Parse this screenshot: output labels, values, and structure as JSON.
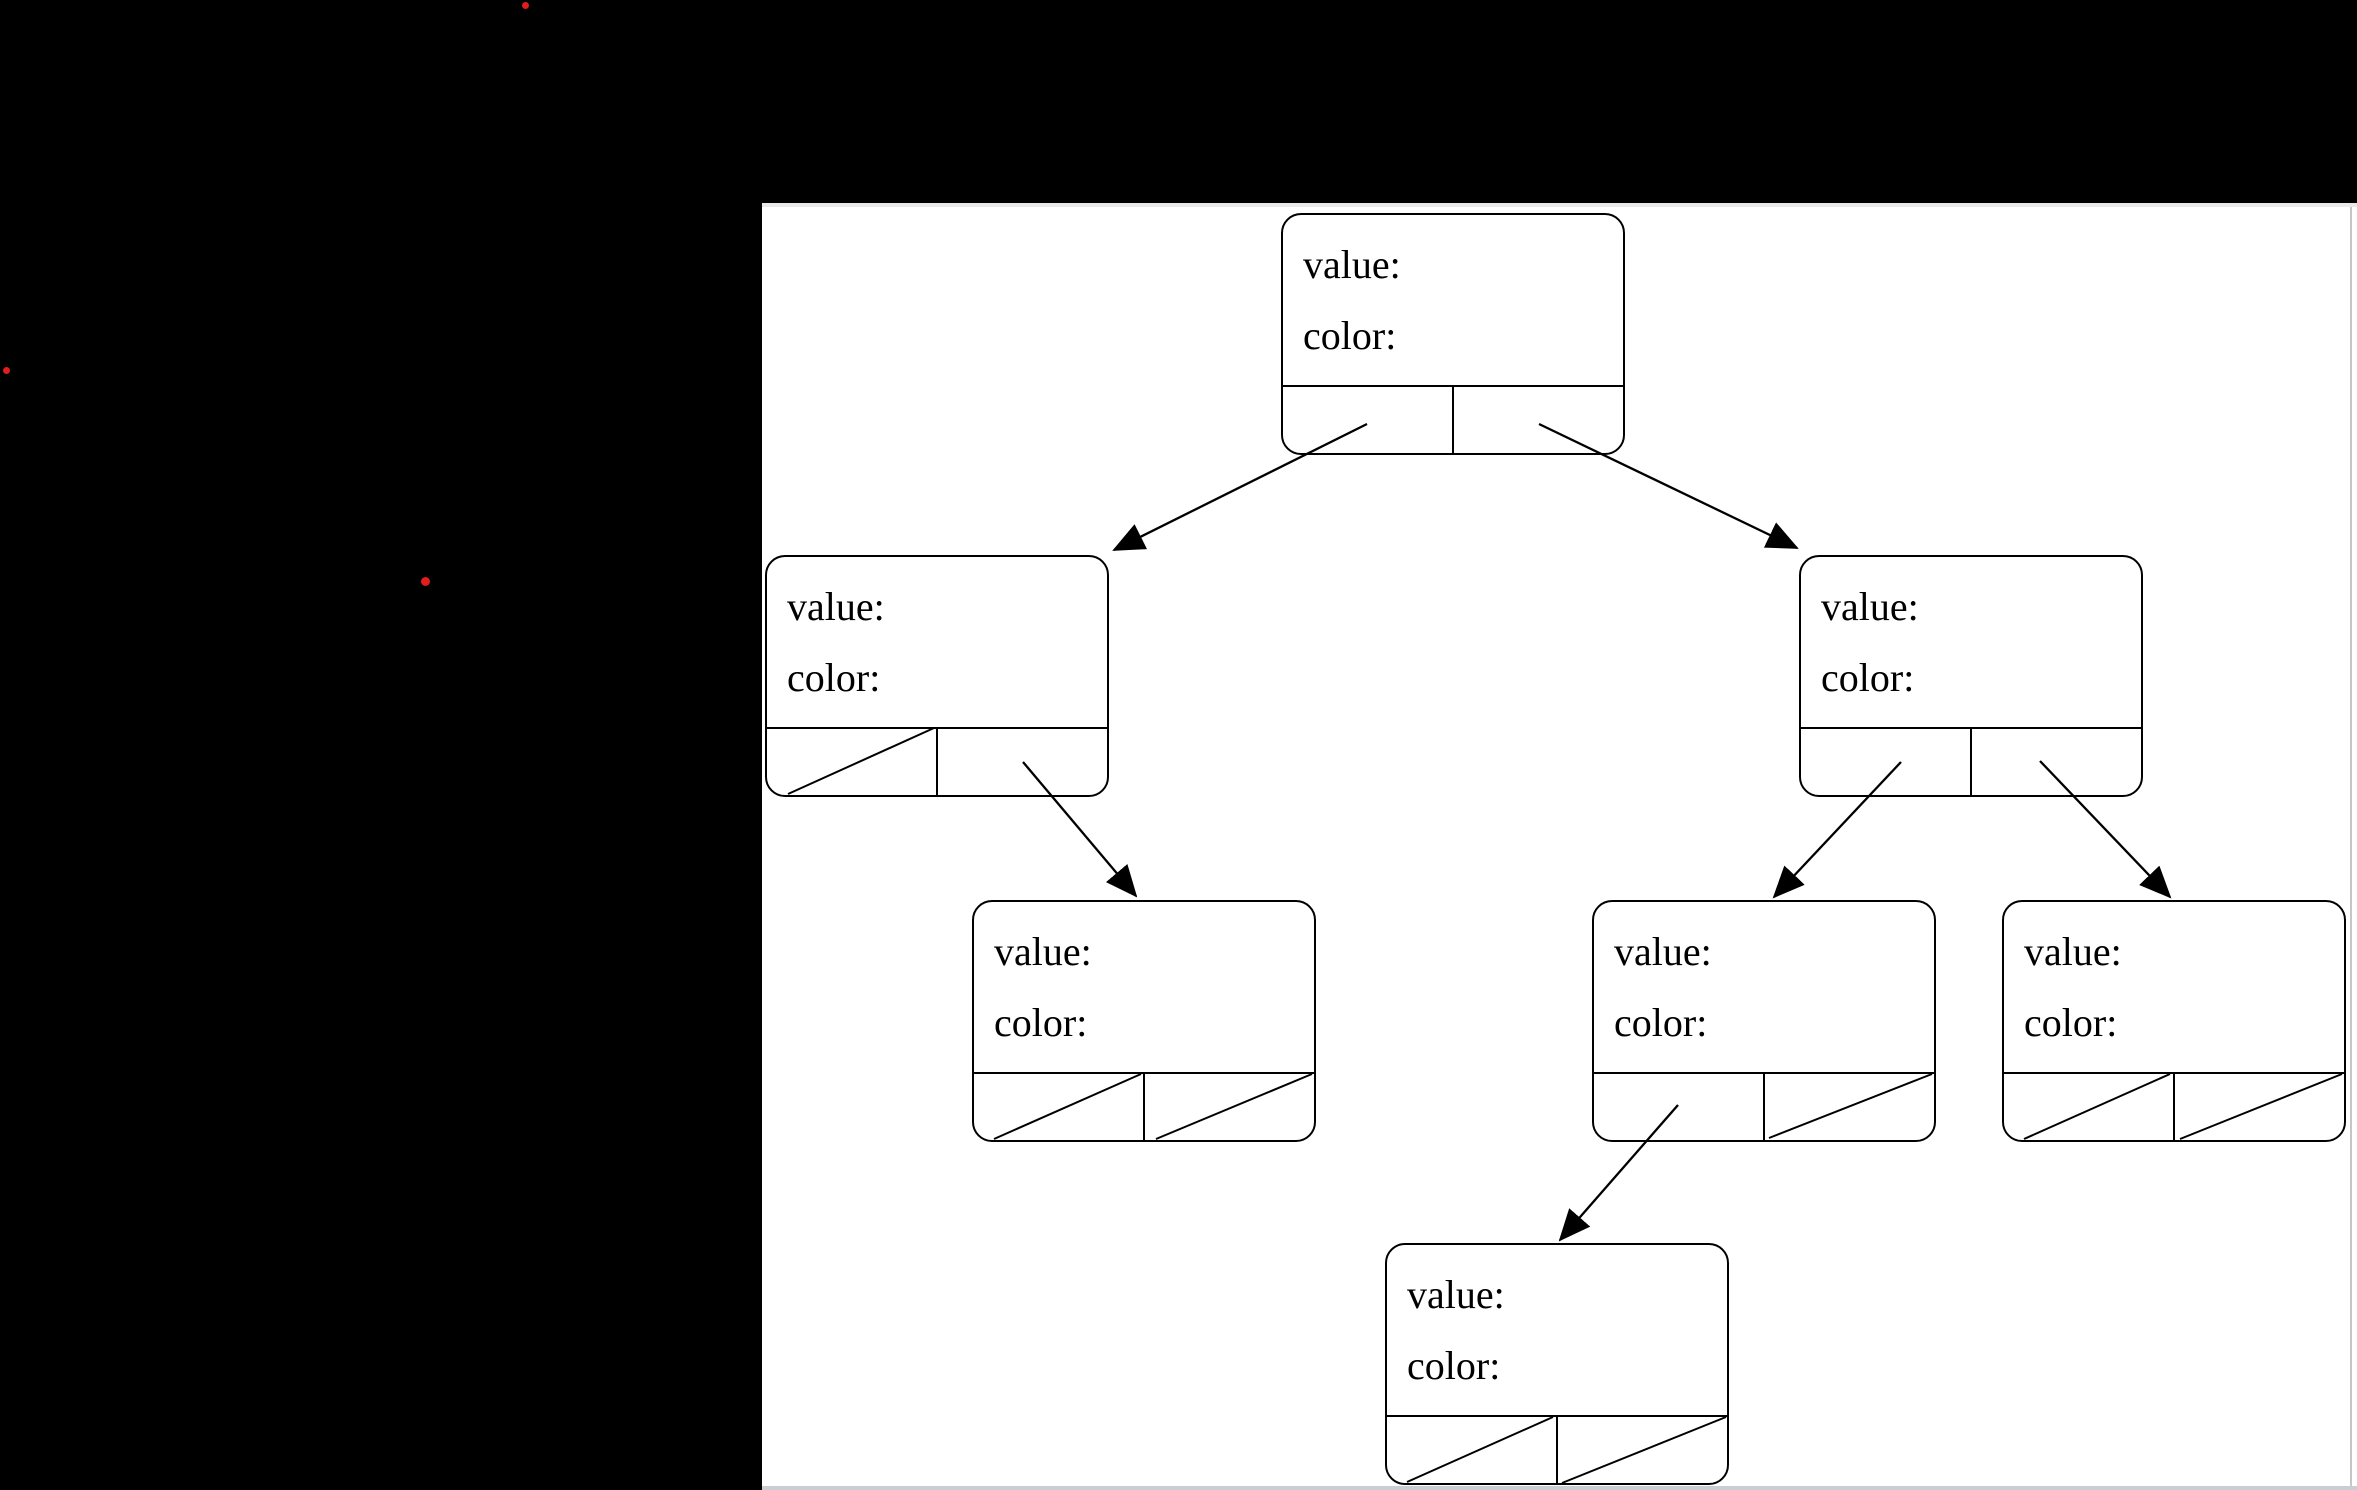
{
  "scene": {
    "background_color": "#000000",
    "panel_background": "#ffffff",
    "panel_top_strip_color": "#e9e9e9",
    "panel_bottom_strip_color": "#c9cdd4",
    "panel_right_line_color": "#c6c6c6",
    "line_color": "#000000",
    "dot_color": "#e11d1d"
  },
  "nodes": [
    {
      "id": "root",
      "value_label": "value:",
      "color_label": "color:",
      "left_pointer": "arrow",
      "right_pointer": "arrow"
    },
    {
      "id": "left",
      "value_label": "value:",
      "color_label": "color:",
      "left_pointer": "null",
      "right_pointer": "arrow"
    },
    {
      "id": "right",
      "value_label": "value:",
      "color_label": "color:",
      "left_pointer": "arrow",
      "right_pointer": "arrow"
    },
    {
      "id": "left-right",
      "value_label": "value:",
      "color_label": "color:",
      "left_pointer": "null",
      "right_pointer": "null"
    },
    {
      "id": "right-left",
      "value_label": "value:",
      "color_label": "color:",
      "left_pointer": "arrow",
      "right_pointer": "null"
    },
    {
      "id": "right-right",
      "value_label": "value:",
      "color_label": "color:",
      "left_pointer": "null",
      "right_pointer": "null"
    },
    {
      "id": "right-left-left",
      "value_label": "value:",
      "color_label": "color:",
      "left_pointer": "null",
      "right_pointer": "null"
    }
  ],
  "tree": {
    "edges": [
      {
        "from": "root",
        "via": "left-cell",
        "to": "left"
      },
      {
        "from": "root",
        "via": "right-cell",
        "to": "right"
      },
      {
        "from": "left",
        "via": "right-cell",
        "to": "left-right"
      },
      {
        "from": "right",
        "via": "left-cell",
        "to": "right-left"
      },
      {
        "from": "right",
        "via": "right-cell",
        "to": "right-right"
      },
      {
        "from": "right-left",
        "via": "left-cell",
        "to": "right-left-left"
      }
    ]
  },
  "markers": [
    {
      "id": "red-dot-1",
      "shape": "dot"
    },
    {
      "id": "red-dot-2",
      "shape": "dot"
    },
    {
      "id": "red-dot-3",
      "shape": "dot"
    }
  ]
}
